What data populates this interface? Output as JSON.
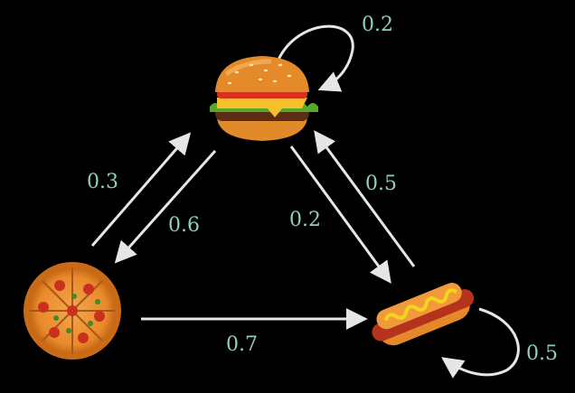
{
  "nodes": [
    {
      "id": "burger",
      "icon": "burger-icon"
    },
    {
      "id": "pizza",
      "icon": "pizza-icon"
    },
    {
      "id": "hotdog",
      "icon": "hotdog-icon"
    }
  ],
  "transitions": {
    "burger_self": "0.2",
    "pizza_to_burger": "0.3",
    "burger_to_pizza": "0.6",
    "burger_to_hotdog": "0.2",
    "hotdog_to_burger": "0.5",
    "pizza_to_hotdog": "0.7",
    "hotdog_self": "0.5"
  },
  "colors": {
    "background": "#000000",
    "arrow": "#e6e6e6",
    "label": "#8fd0bd"
  }
}
